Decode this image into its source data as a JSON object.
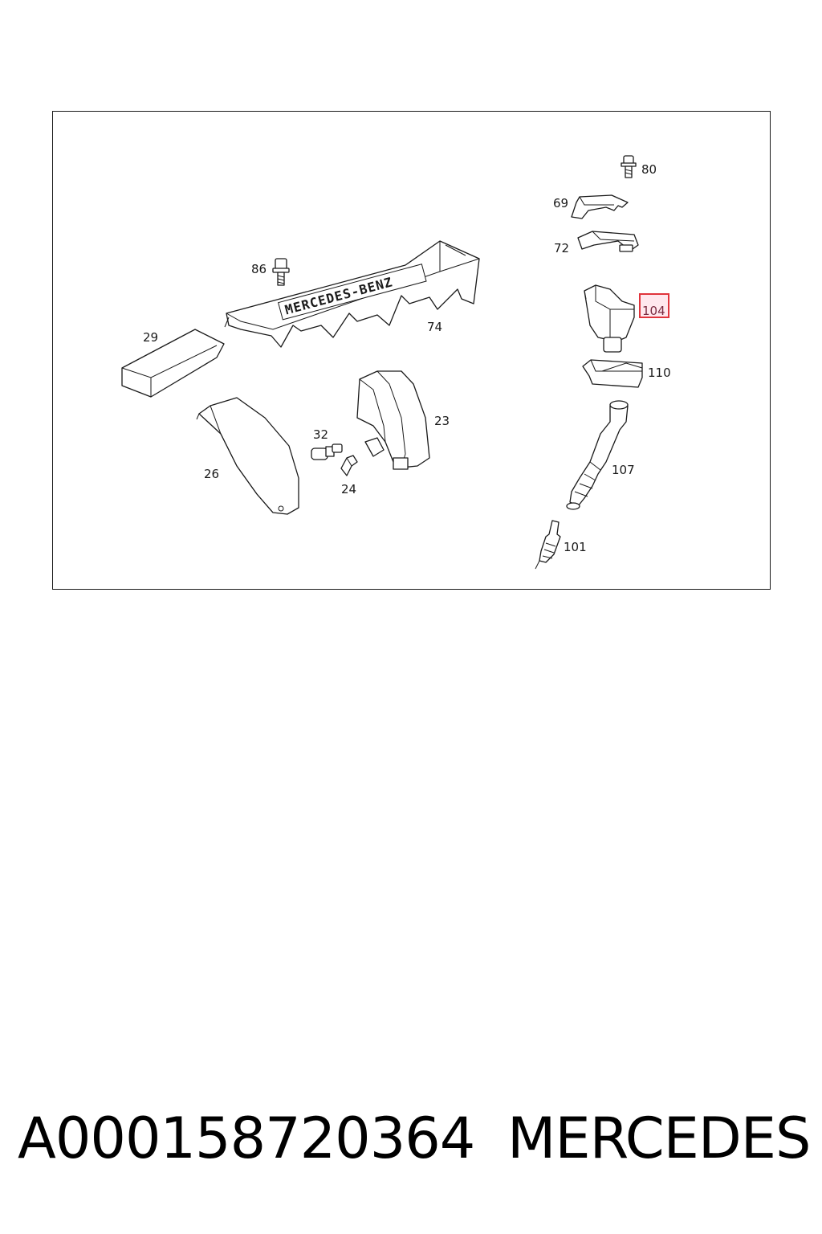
{
  "diagram": {
    "callouts": {
      "c80": "80",
      "c69": "69",
      "c72": "72",
      "c86": "86",
      "c104": "104",
      "c74": "74",
      "c29": "29",
      "c110": "110",
      "c23": "23",
      "c32": "32",
      "c26": "26",
      "c24": "24",
      "c107": "107",
      "c101": "101"
    },
    "highlighted_callout": "104",
    "highlight_color": "#e0343c",
    "cover_logo": "MERCEDES-BENZ"
  },
  "footer": {
    "part_number": "A000158720364",
    "brand": "MERCEDES"
  }
}
